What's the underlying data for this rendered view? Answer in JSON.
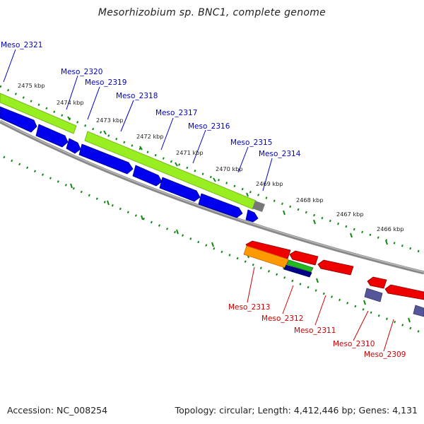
{
  "title": "Mesorhizobium sp. BNC1, complete genome",
  "footer": {
    "accession": "Accession: NC_008254",
    "topology": "Topology: circular; Length: 4,412,446 bp; Genes: 4,131"
  },
  "colors": {
    "forward_gene": "#0000ee",
    "rRNA_like": "#99ee22",
    "reverse_gene": "#ee0000",
    "orange_feature": "#ff9900",
    "green_feature": "#22bb22",
    "navy_feature": "#000088",
    "purple_feature": "#555599",
    "grey_feature": "#777777",
    "backbone": "#888888",
    "tick": "#118811",
    "forward_label": "#0000cc",
    "reverse_label": "#cc0000"
  },
  "scale_labels": [
    "2475 kbp",
    "2474 kbp",
    "2473 kbp",
    "2472 kbp",
    "2471 kbp",
    "2470 kbp",
    "2469 kbp",
    "2468 kbp",
    "2467 kbp",
    "2466 kbp"
  ],
  "forward_labels": [
    "Meso_2321",
    "Meso_2320",
    "Meso_2319",
    "Meso_2318",
    "Meso_2317",
    "Meso_2316",
    "Meso_2315",
    "Meso_2314"
  ],
  "reverse_labels": [
    "Meso_2313",
    "Meso_2312",
    "Meso_2311",
    "Meso_2310",
    "Meso_2309"
  ]
}
